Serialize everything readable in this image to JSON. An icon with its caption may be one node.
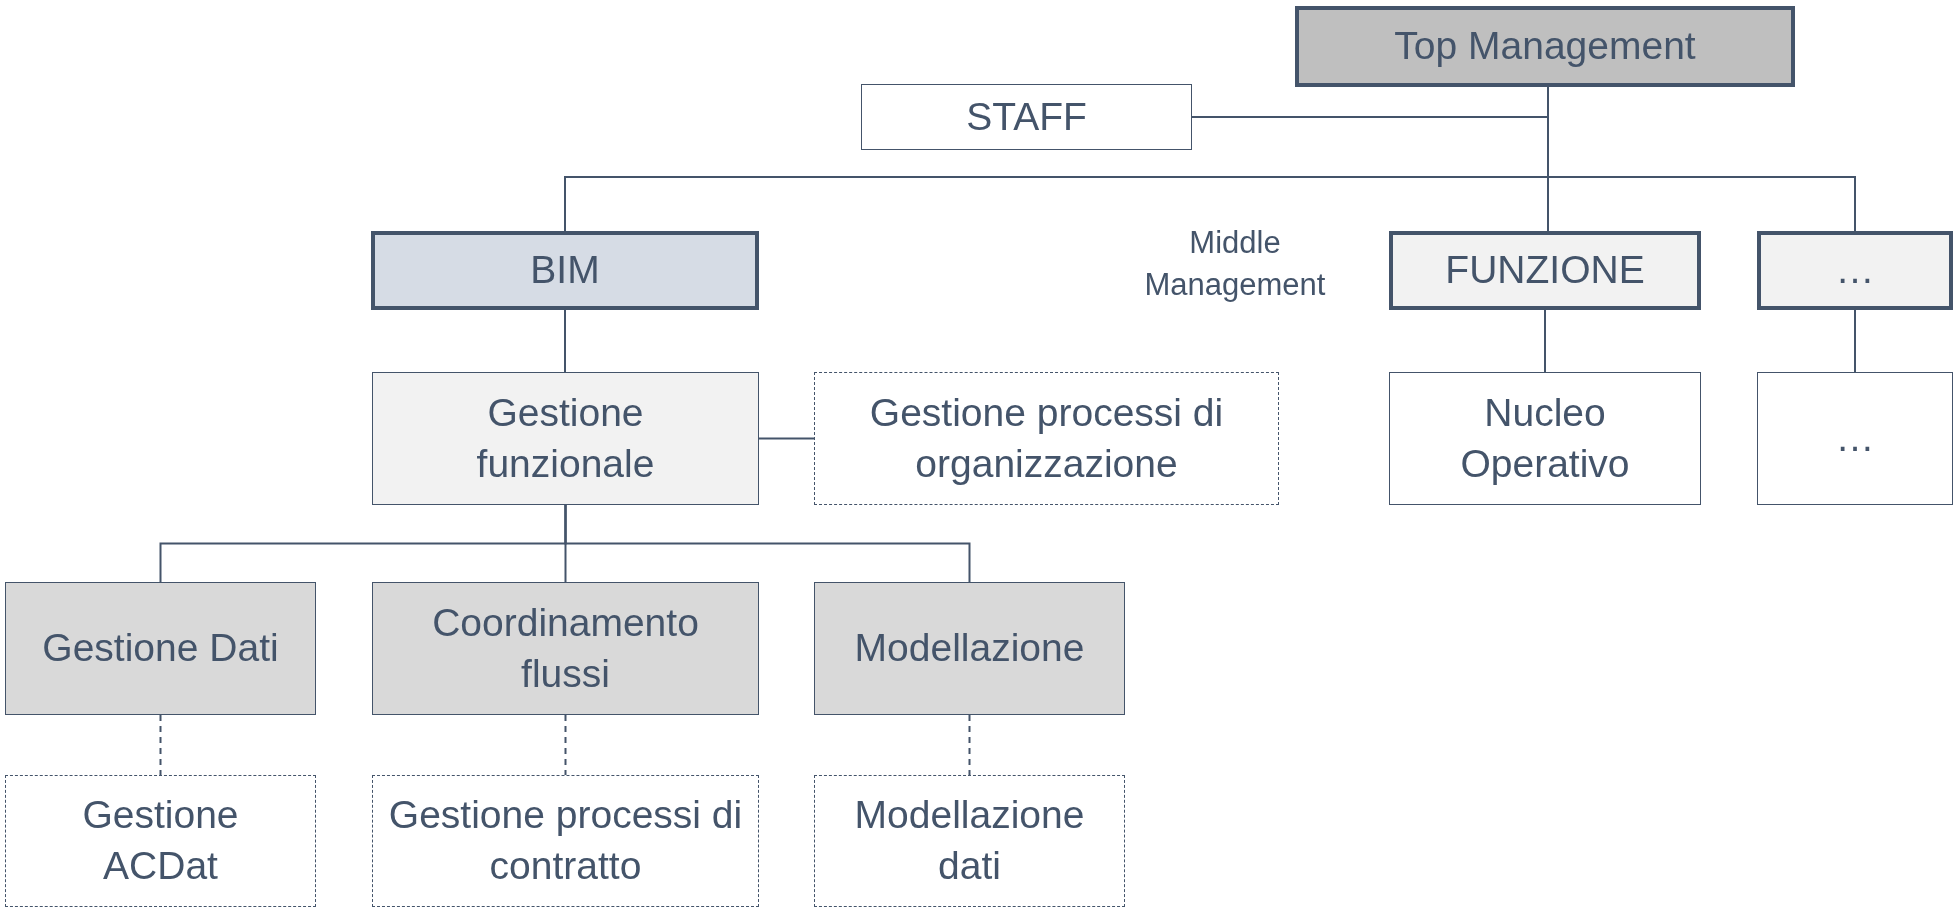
{
  "diagram": {
    "nodes": [
      {
        "text": [
          "Top Management"
        ]
      },
      {
        "text": [
          "STAFF"
        ]
      },
      {
        "text": [
          "BIM"
        ]
      },
      {
        "text": [
          "FUNZIONE"
        ]
      },
      {
        "text": [
          "…"
        ]
      },
      {
        "text": [
          "Gestione funzionale"
        ]
      },
      {
        "text": [
          "Gestione processi di organizzazione"
        ]
      },
      {
        "text": [
          "Nucleo Operativo"
        ]
      },
      {
        "text": [
          "…"
        ]
      },
      {
        "text": [
          "Gestione Dati"
        ]
      },
      {
        "text": [
          "Coordinamento flussi"
        ]
      },
      {
        "text": [
          "Modellazione"
        ]
      },
      {
        "text": [
          "Gestione ACDat"
        ]
      },
      {
        "text": [
          "Gestione processi di contratto"
        ]
      },
      {
        "text": [
          "Modellazione dati"
        ]
      }
    ],
    "edges": [
      {
        "from": 0,
        "to": 1,
        "arrow": "none"
      },
      {
        "from": 0,
        "to": 2,
        "arrow": "none"
      },
      {
        "from": 0,
        "to": 3,
        "arrow": "none"
      },
      {
        "from": 0,
        "to": 4,
        "arrow": "none"
      },
      {
        "from": 2,
        "to": 5,
        "arrow": "none"
      },
      {
        "from": 5,
        "to": 6,
        "arrow": "none"
      },
      {
        "from": 3,
        "to": 7,
        "arrow": "none"
      },
      {
        "from": 4,
        "to": 8,
        "arrow": "none"
      },
      {
        "from": 5,
        "to": 9,
        "arrow": "none"
      },
      {
        "from": 5,
        "to": 10,
        "arrow": "none"
      },
      {
        "from": 5,
        "to": 11,
        "arrow": "none"
      },
      {
        "from": 9,
        "to": 12,
        "arrow": "none",
        "style": "dashed"
      },
      {
        "from": 10,
        "to": 13,
        "arrow": "none",
        "style": "dashed"
      },
      {
        "from": 11,
        "to": 14,
        "arrow": "none",
        "style": "dashed"
      }
    ],
    "labels": [
      "Middle Management"
    ]
  }
}
